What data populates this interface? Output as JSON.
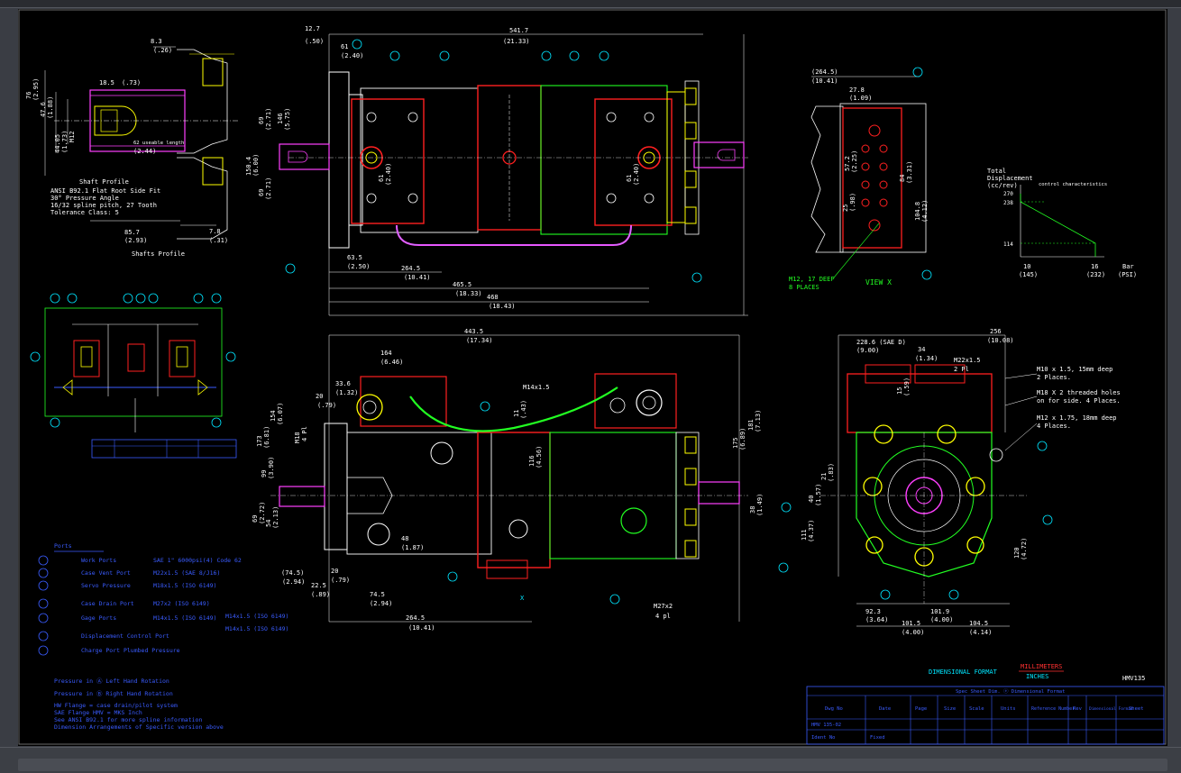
{
  "drawing": {
    "shaft": {
      "title": "Shaft Profile",
      "spec_lines": [
        "ANSI B92.1 Flat Root Side Fit",
        "30° Pressure Angle",
        "16/32 spline pitch, 27 Tooth",
        "Tolerance Class: 5"
      ],
      "subtitle": "Shafts Profile",
      "dims": [
        "8.3",
        "(.26)",
        "18.5",
        "(.73)",
        "62 useable length",
        "(2.44)",
        "M12",
        "47.6",
        "(1.88)",
        "44.05",
        "(1.73)",
        "76",
        "(2.95)",
        "85.7",
        "(2.93)",
        "7.8",
        "(.31)"
      ]
    },
    "top_view": {
      "dims": [
        "12.7",
        "(.50)",
        "61",
        "(2.40)",
        "541.7",
        "(21.33)",
        "264.5",
        "(10.41)",
        "465.5",
        "(18.33)",
        "468",
        "(18.43)",
        "63.5",
        "(2.50)",
        "69",
        "(2.71)",
        "146",
        "(5.75)",
        "69",
        "(2.71)",
        "150.4",
        "(6.00)",
        "61",
        "(2.40)",
        "61",
        "(2.40)"
      ]
    },
    "view_x": {
      "label": "VIEW X",
      "dims": [
        "(264.5)",
        "(10.41)",
        "27.8",
        "(1.09)",
        "57.2",
        "(2.25)",
        "84",
        "(3.31)",
        "25",
        "(.98)",
        "104.8",
        "(4.12)"
      ],
      "note1": "M12, 17 DEEP",
      "note2": "8 PLACES"
    },
    "graph": {
      "title1": "Total",
      "title2": "Displacement",
      "title3": "(cc/rev)",
      "curve_label": "control characteristics",
      "yticks": [
        "270",
        "238",
        "114"
      ],
      "xticks": [
        "10",
        "(145)",
        "16",
        "(232)"
      ],
      "xunit1": "Bar",
      "xunit2": "(PSI)"
    },
    "front_view": {
      "dims": [
        "443.5",
        "(17.34)",
        "164",
        "(6.46)",
        "33.6",
        "(1.32)",
        "20",
        "(.79)",
        "173",
        "(6.81)",
        "154",
        "(6.07)",
        "99",
        "(3.90)",
        "69",
        "(2.72)",
        "54",
        "(2.13)",
        "175",
        "(6.89)",
        "181",
        "(7.13)",
        "116",
        "(4.56)",
        "38",
        "(1.49)",
        "(74.5)",
        "(2.94)",
        "22.5",
        "(.89)",
        "74.5",
        "(2.94)",
        "264.5",
        "(10.41)",
        "20",
        "(.79)",
        "48",
        "(1.87)",
        "11",
        "(.43)"
      ],
      "notes": [
        "M14x1.5",
        "M27x2",
        "4 pl",
        "M18",
        "4 Pl",
        "X"
      ]
    },
    "end_view": {
      "dims": [
        "256",
        "(10.08)",
        "228.6 (SAE D)",
        "(9.00)",
        "34",
        "(1.34)",
        "M22x1.5",
        "2 Pl",
        "15",
        "(.59)",
        "40",
        "(1.57)",
        "21",
        "(.83)",
        "111",
        "(4.37)",
        "120",
        "(4.72)",
        "92.3",
        "(3.64)",
        "101.9",
        "(4.00)",
        "101.5",
        "(4.00)",
        "104.5",
        "(4.14)"
      ],
      "notes": [
        "M10 x 1.5, 15mm deep",
        "2 Places.",
        "M18 X 2 threaded holes",
        "on for side. 4 Places.",
        "M12 x 1.75, 18mm deep",
        "4 Places."
      ]
    },
    "format": {
      "label": "DIMENSIONAL FORMAT",
      "mm": "MILLIMETERS",
      "inch": "INCHES",
      "code": "HMV135"
    },
    "legend": {
      "heading": "Ports",
      "rows": [
        [
          "Work Ports",
          "SAE 1\" 6000psi(4) Code 62"
        ],
        [
          "Case Vent Port",
          "M22x1.5 (SAE 8/J16)"
        ],
        [
          "Servo Pressure",
          "M18x1.5 (ISO 6149)"
        ],
        [
          "Case Drain Port",
          "M27x2 (ISO 6149)"
        ],
        [
          "Gage Ports",
          "M14x1.5 (ISO 6149)"
        ],
        [
          "Displacement Control Port",
          ""
        ],
        [
          "Charge Port Plumbed Pressure",
          ""
        ]
      ],
      "extra": [
        "M14x1.5 (ISO 6149)",
        "M14x1.5 (ISO 6149)"
      ],
      "pressure_lines": [
        "Pressure in Ⓐ Left Hand Rotation",
        "Pressure in Ⓑ Right Hand Rotation"
      ],
      "footnotes": [
        "HW Flange = case drain/pilot system",
        "SAE Flange HMV = MKS Inch",
        "See ANSI B92.1 for more spline information",
        "Dimension Arrangements of Specific version above"
      ]
    },
    "title_block": {
      "header": "Spec Sheet Dim. ⓔ Dimensional Format",
      "cols": [
        "Dwg No",
        "Date",
        "Page",
        "Size",
        "Scale",
        "Units",
        "Reference\nNumber",
        "Rev",
        "Dimensional\nFormat",
        "Sheet"
      ],
      "rows": [
        [
          "HMV 135-02",
          "",
          "",
          "",
          "",
          "",
          "",
          "",
          "",
          ""
        ],
        [
          "Ident No",
          "Fixed",
          "",
          "",
          "",
          "",
          "",
          "",
          "",
          ""
        ]
      ]
    }
  }
}
